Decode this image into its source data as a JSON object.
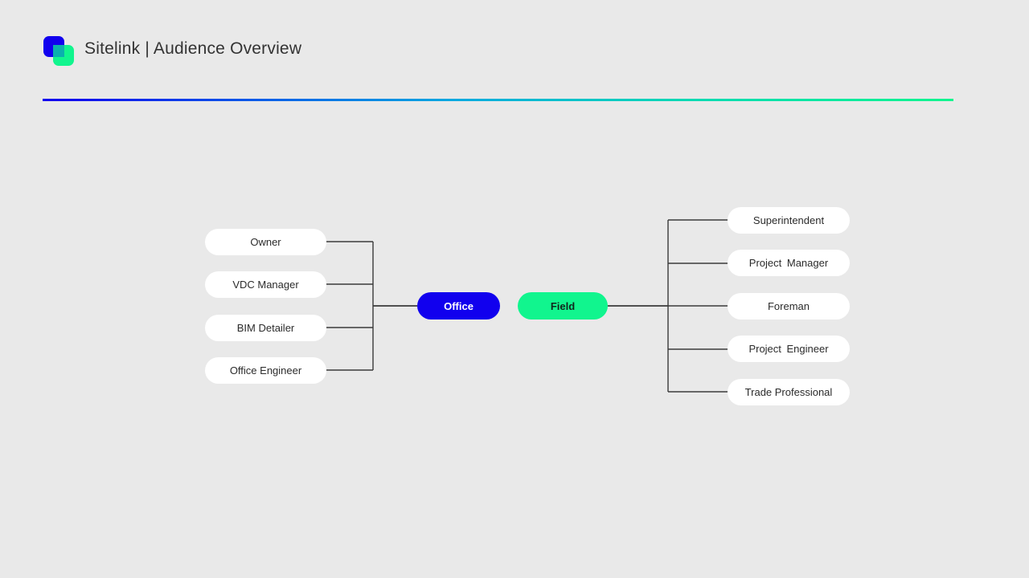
{
  "header": {
    "title": "Sitelink | Audience Overview",
    "logo_name": "sitelink-logo",
    "divider_from_color": "#1100ee",
    "divider_to_color": "#11f58e"
  },
  "diagram": {
    "type": "org-tree",
    "hubs": [
      {
        "id": "office",
        "label": "Office",
        "bg": "#1100ee",
        "text_color": "#ffffff"
      },
      {
        "id": "field",
        "label": "Field",
        "bg": "#11f58e",
        "text_color": "#11271d"
      }
    ],
    "left_branch": {
      "hub": "Office",
      "items": [
        {
          "label": "Owner"
        },
        {
          "label": "VDC Manager"
        },
        {
          "label": "BIM Detailer"
        },
        {
          "label": "Office Engineer"
        }
      ]
    },
    "right_branch": {
      "hub": "Field",
      "items": [
        {
          "label": "Superintendent"
        },
        {
          "label": "Project Manager"
        },
        {
          "label": "Foreman"
        },
        {
          "label": "Project Engineer"
        },
        {
          "label": "Trade Professional"
        }
      ]
    }
  }
}
